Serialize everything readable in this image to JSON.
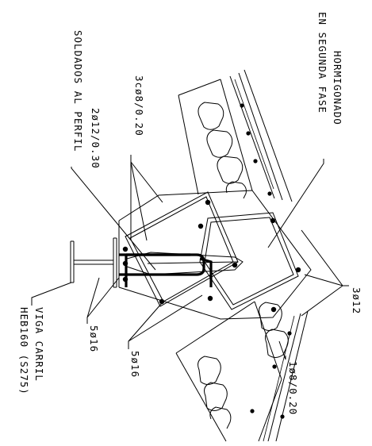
{
  "labels": {
    "hormigonado": "HORMIGONADO",
    "segunda_fase": "EN SEGUNDA FASE",
    "cercos": "3cø8/0.20",
    "barras_soldadas": "2ø12/0.30",
    "soldados": "SOLDADOS AL PERFIL",
    "tres_phi12": "3ø12",
    "cinco_phi16_left": "5ø16",
    "cinco_phi16_right": "5ø16",
    "uno_phi8": "1ø8/0.20",
    "viga_carril": "VIGA CARRIL",
    "heb160": "HEB160 (S275)"
  },
  "colors": {
    "ink": "#000000",
    "paper": "#ffffff"
  }
}
